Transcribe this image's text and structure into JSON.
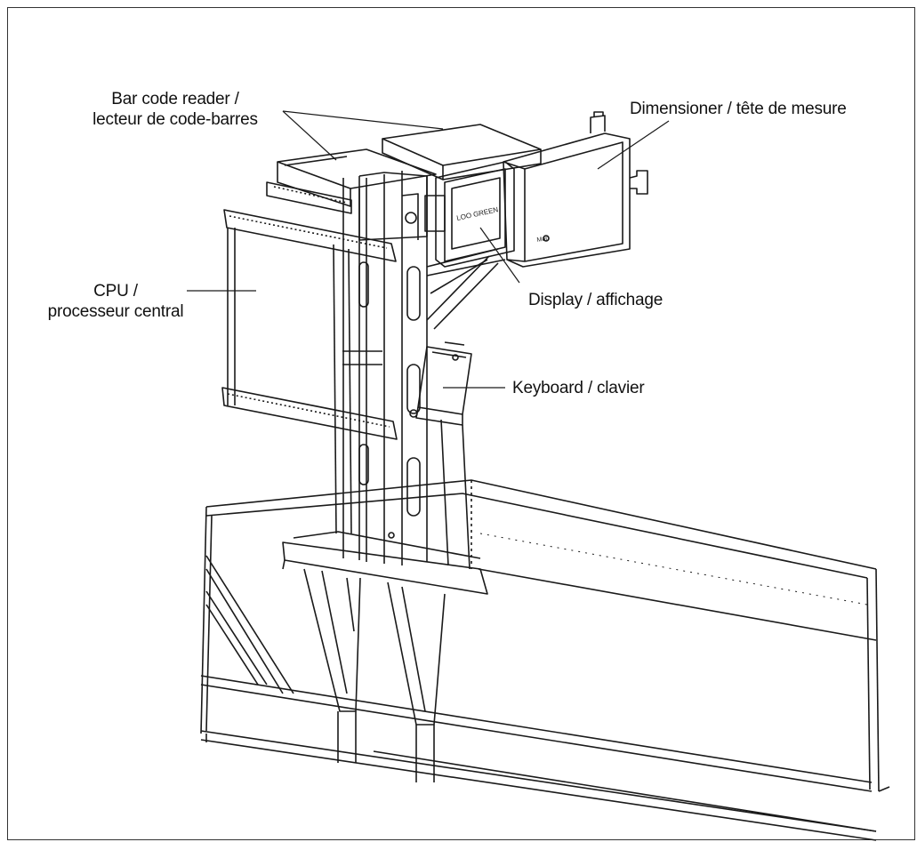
{
  "labels": {
    "barcode_line1": "Bar code reader /",
    "barcode_line2": "lecteur de code-barres",
    "dimensioner": "Dimensioner / tête de mesure",
    "cpu_line1": "CPU /",
    "cpu_line2": "processeur central",
    "display": "Display / affichage",
    "keyboard": "Keyboard / clavier"
  },
  "device_text": {
    "screen_text": "LOO GREEN",
    "plate_text": "Mar"
  },
  "colors": {
    "line": "#1a1a1a",
    "background": "#ffffff",
    "frame": "#333333"
  }
}
